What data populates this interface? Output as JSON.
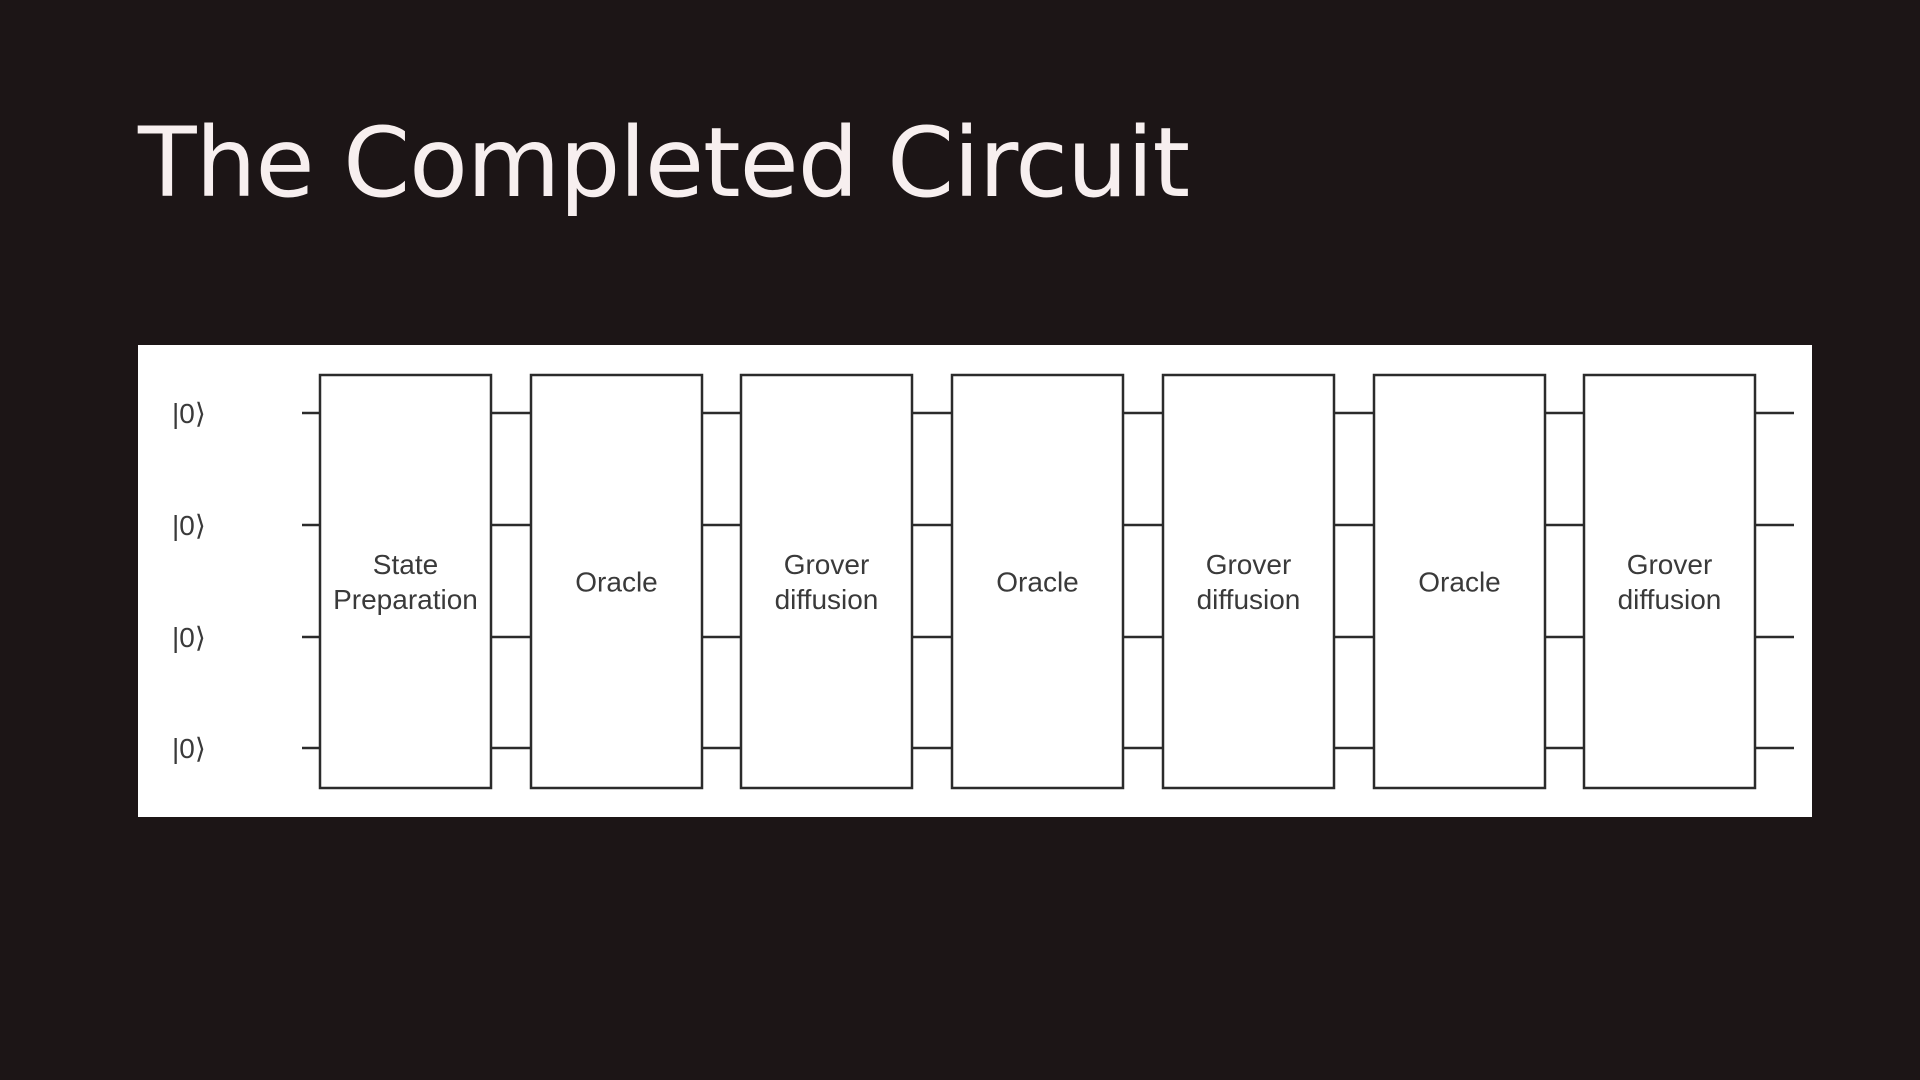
{
  "slide": {
    "title": "The Completed Circuit",
    "background_color": "#1c1516",
    "title_color": "#f7efef"
  },
  "circuit": {
    "qubits": [
      "|0⟩",
      "|0⟩",
      "|0⟩",
      "|0⟩"
    ],
    "gates": [
      {
        "label_lines": [
          "State",
          "Preparation"
        ]
      },
      {
        "label_lines": [
          "Oracle"
        ]
      },
      {
        "label_lines": [
          "Grover",
          "diffusion"
        ]
      },
      {
        "label_lines": [
          "Oracle"
        ]
      },
      {
        "label_lines": [
          "Grover",
          "diffusion"
        ]
      },
      {
        "label_lines": [
          "Oracle"
        ]
      },
      {
        "label_lines": [
          "Grover",
          "diffusion"
        ]
      }
    ]
  }
}
